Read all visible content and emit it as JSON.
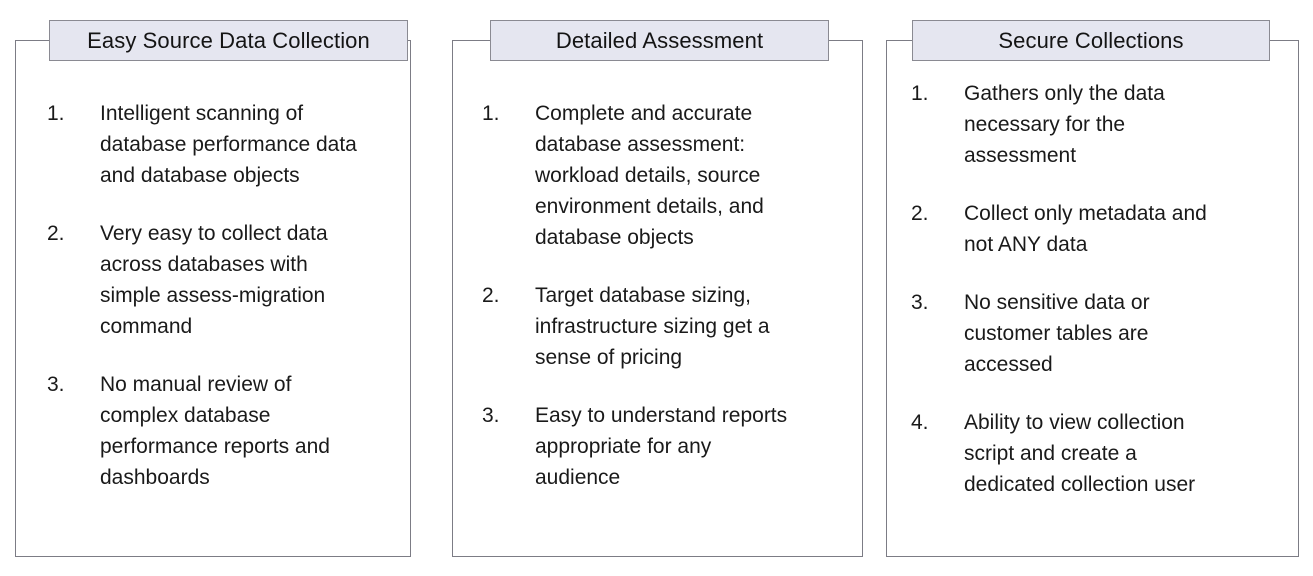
{
  "diagram": {
    "title_bar_color": "#e5e6f0",
    "border_color": "#7c7c85",
    "text_color": "#1a1a1a",
    "panels": [
      {
        "header": "Easy Source Data Collection",
        "items": [
          {
            "number": "1.",
            "text": "Intelligent scanning of\ndatabase performance data\nand database objects"
          },
          {
            "number": "2.",
            "text": "Very easy to collect data\nacross databases with\nsimple assess-migration\ncommand"
          },
          {
            "number": "3.",
            "text": "No manual review of\ncomplex database\nperformance reports and\ndashboards"
          }
        ]
      },
      {
        "header": "Detailed Assessment",
        "items": [
          {
            "number": "1.",
            "text": "Complete and accurate\ndatabase assessment:\nworkload details, source\nenvironment details, and\ndatabase objects"
          },
          {
            "number": "2.",
            "text": "Target database sizing,\ninfrastructure sizing get a\nsense of pricing"
          },
          {
            "number": "3.",
            "text": "Easy to understand reports\nappropriate for any\naudience"
          }
        ]
      },
      {
        "header": "Secure Collections",
        "items": [
          {
            "number": "1.",
            "text": "Gathers only the data\nnecessary for the\nassessment"
          },
          {
            "number": "2.",
            "text": "Collect only metadata and\nnot ANY data"
          },
          {
            "number": "3.",
            "text": "No sensitive data or\ncustomer tables are\naccessed"
          },
          {
            "number": "4.",
            "text": "Ability to view collection\nscript and create a\ndedicated collection user"
          }
        ]
      }
    ]
  }
}
